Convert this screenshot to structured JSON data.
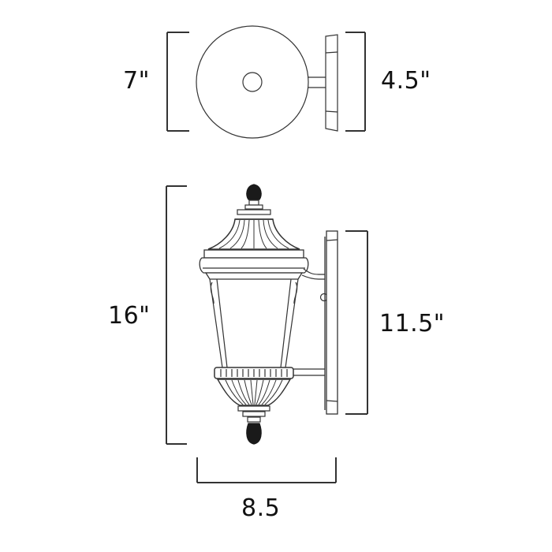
{
  "diagram": {
    "subject": "Outdoor wall lantern dimension drawing",
    "views": [
      {
        "id": "top-view",
        "description": "Top view: round canopy with wall backplate"
      },
      {
        "id": "front-view",
        "description": "Side elevation: lantern with finials, arm and backplate"
      }
    ]
  },
  "dimensions": {
    "top_diameter": "7\"",
    "extension": "4.5\"",
    "overall_height": "16\"",
    "backplate_height": "11.5\"",
    "width": "8.5"
  },
  "colors": {
    "line": "#333333",
    "text": "#111111",
    "finial": "#1a1a1a",
    "background": "#ffffff"
  }
}
